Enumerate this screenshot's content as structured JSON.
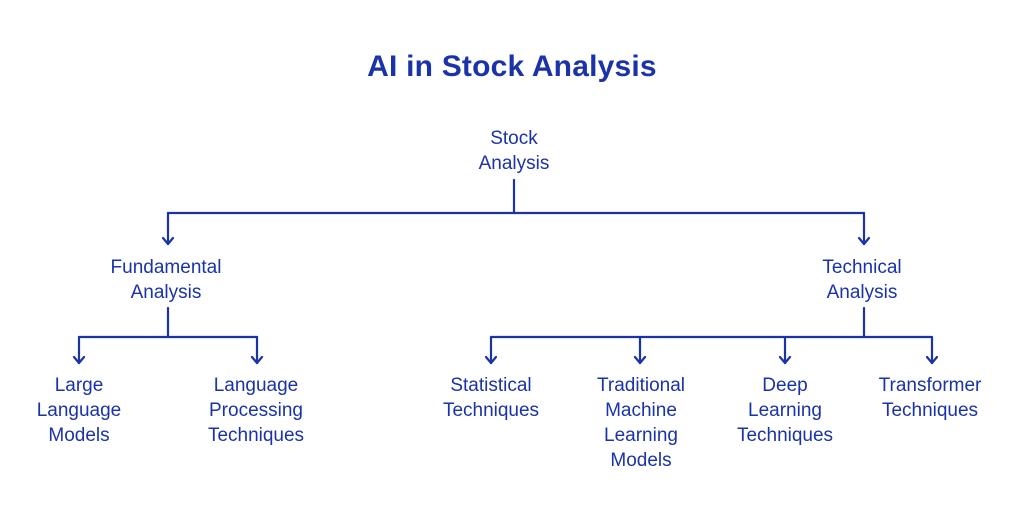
{
  "colors": {
    "primary": "#1a33a8",
    "background": "#ffffff"
  },
  "title": "AI in Stock Analysis",
  "nodes": {
    "root": {
      "lines": [
        "Stock",
        "Analysis"
      ]
    },
    "fundamental": {
      "lines": [
        "Fundamental",
        "Analysis"
      ]
    },
    "technical": {
      "lines": [
        "Technical",
        "Analysis"
      ]
    },
    "llm": {
      "lines": [
        "Large",
        "Language",
        "Models"
      ]
    },
    "nlp": {
      "lines": [
        "Language",
        "Processing",
        "Techniques"
      ]
    },
    "statistical": {
      "lines": [
        "Statistical",
        "Techniques"
      ]
    },
    "traditional_ml": {
      "lines": [
        "Traditional",
        "Machine",
        "Learning",
        "Models"
      ]
    },
    "deep_learning": {
      "lines": [
        "Deep",
        "Learning",
        "Techniques"
      ]
    },
    "transformer": {
      "lines": [
        "Transformer",
        "Techniques"
      ]
    }
  }
}
